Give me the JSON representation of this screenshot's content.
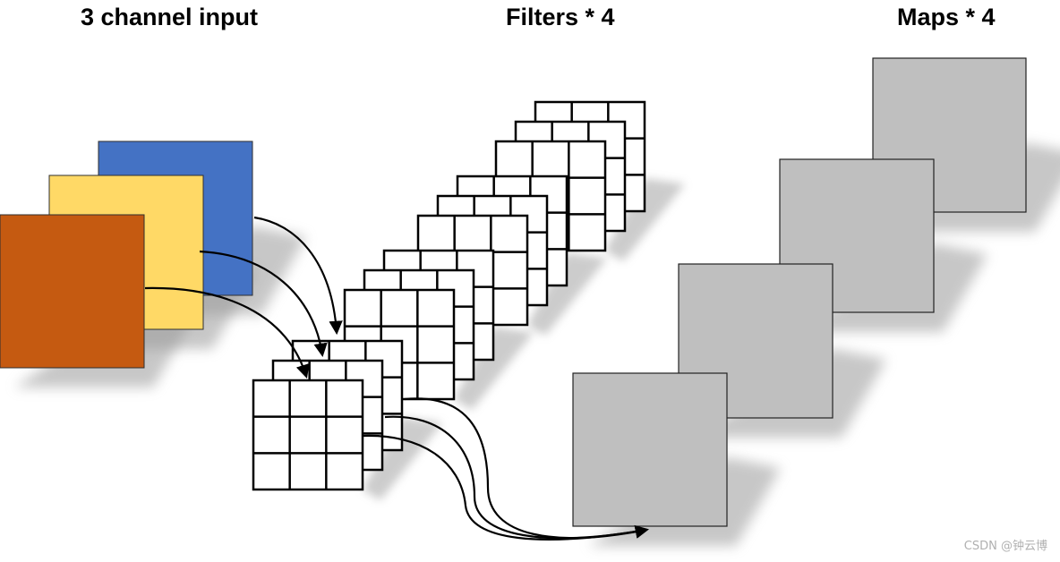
{
  "titles": {
    "input": "3 channel input",
    "filters": "Filters * 4",
    "maps": "Maps * 4"
  },
  "input_channels": [
    {
      "color": "#4472C4",
      "name": "blue"
    },
    {
      "color": "#FFD966",
      "name": "yellow"
    },
    {
      "color": "#C55A11",
      "name": "orange"
    }
  ],
  "filter_grid": {
    "rows": 3,
    "cols": 3,
    "filters": 4,
    "depth": 3
  },
  "map_color": "#BFBFBF",
  "watermark": "CSDN @钟云博"
}
